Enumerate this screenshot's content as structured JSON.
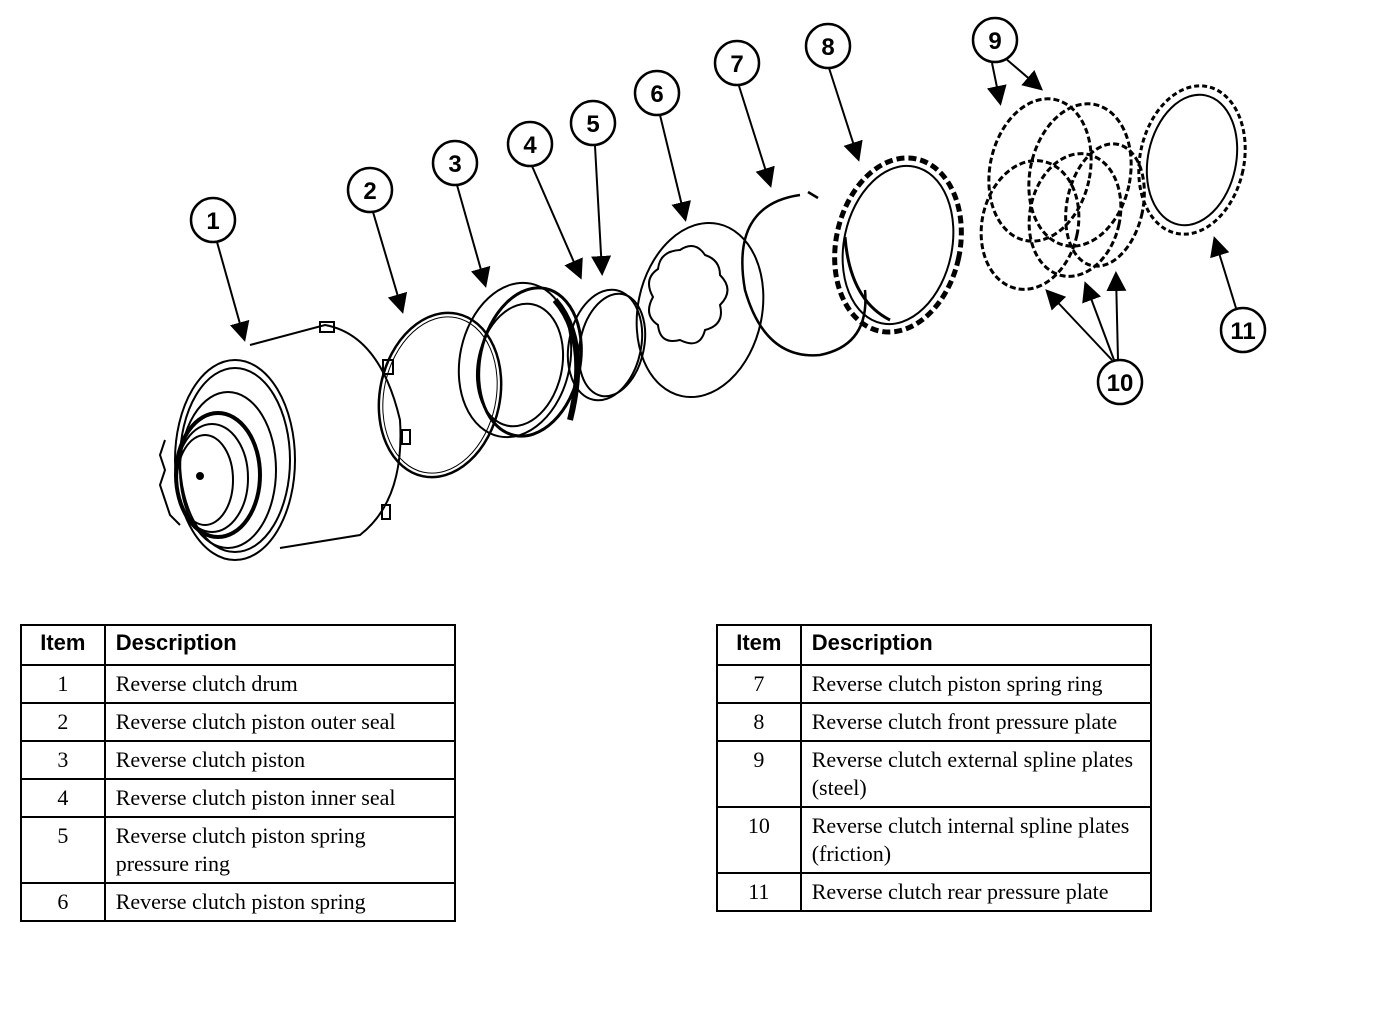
{
  "callouts": [
    "1",
    "2",
    "3",
    "4",
    "5",
    "6",
    "7",
    "8",
    "9",
    "10",
    "11"
  ],
  "legend_left": {
    "header_item": "Item",
    "header_desc": "Description",
    "rows": [
      {
        "item": "1",
        "desc": "Reverse clutch drum"
      },
      {
        "item": "2",
        "desc": "Reverse clutch piston outer seal"
      },
      {
        "item": "3",
        "desc": "Reverse clutch piston"
      },
      {
        "item": "4",
        "desc": "Reverse clutch piston inner seal"
      },
      {
        "item": "5",
        "desc": "Reverse clutch piston spring pressure ring"
      },
      {
        "item": "6",
        "desc": "Reverse clutch piston spring"
      }
    ]
  },
  "legend_right": {
    "header_item": "Item",
    "header_desc": "Description",
    "rows": [
      {
        "item": "7",
        "desc": "Reverse clutch piston spring ring"
      },
      {
        "item": "8",
        "desc": "Reverse clutch front pressure plate"
      },
      {
        "item": "9",
        "desc": "Reverse clutch external spline plates (steel)"
      },
      {
        "item": "10",
        "desc": "Reverse clutch internal spline plates (friction)"
      },
      {
        "item": "11",
        "desc": "Reverse clutch rear pressure plate"
      }
    ]
  }
}
